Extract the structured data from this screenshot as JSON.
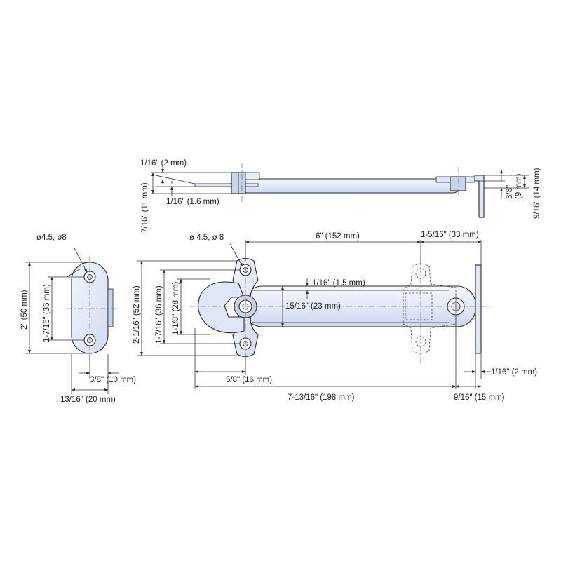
{
  "colors": {
    "part_fill_light": "#eef2fb",
    "part_fill_mid": "#dfe6f5",
    "part_fill_dark": "#c9d3ea",
    "line": "#2a2a2a",
    "text": "#222222"
  },
  "labels": {
    "side_top_thk": "1/16\" (2 mm)",
    "side_plate_thk": "1/16\" (1.6 mm)",
    "side_height": "7/16\" (11 mm)",
    "side_38": "3/8\"",
    "side_9mm": "(9 mm)",
    "side_916_14": "9/16\" (14 mm)",
    "strike_hole": "ø4.5, ø8",
    "strike_2in": "2\" (50 mm)",
    "strike_1716": "1-7/16\" (36 mm)",
    "strike_38": "3/8\" (10 mm)",
    "strike_1316": "13/16\" (20 mm)",
    "main_hole": "ø 4.5, ø 8",
    "main_6in": "6\" (152 mm)",
    "main_1516_33": "1-5/16\" (33 mm)",
    "main_116_15": "1/16\" (1.5 mm)",
    "main_1516_23": "15/16\" (23 mm)",
    "main_2116": "2-1/16\" (52 mm)",
    "main_1716": "1-7/16\" (36 mm)",
    "main_118": "1-1/8\" (28 mm)",
    "main_58": "5/8\" (16 mm)",
    "main_71316": "7-13/16\" (198 mm)",
    "main_916_15": "9/16\" (15 mm)",
    "main_116_2": "1/16\" (2 mm)"
  }
}
